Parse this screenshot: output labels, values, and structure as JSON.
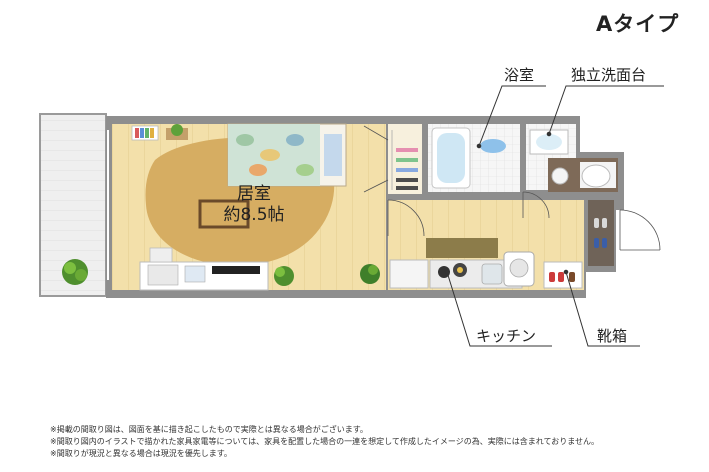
{
  "plan_type": "Aタイプ",
  "labels": {
    "bathroom": "浴室",
    "washbasin": "独立洗面台",
    "kitchen": "キッチン",
    "shoe_box": "靴箱"
  },
  "living_room": {
    "name": "居室",
    "size": "約8.5帖"
  },
  "notes": [
    "※掲載の間取り図は、図面を基に描き起こしたもので実際とは異なる場合がございます。",
    "※間取り図内のイラストで描かれた家具家電等については、家具を配置した場合の一連を想定して作成したイメージの為、実際には含まれておりません。",
    "※間取りが現況と異なる場合は現況を優先します。"
  ],
  "colors": {
    "wall": "#8e8e8e",
    "floor": "#f2dfa8",
    "rug": "#d9b066",
    "wet_area": "#f4f4f4",
    "balcony": "#eeeeee",
    "entrance_tile": "#7d6a55",
    "leader_line": "#333333"
  }
}
